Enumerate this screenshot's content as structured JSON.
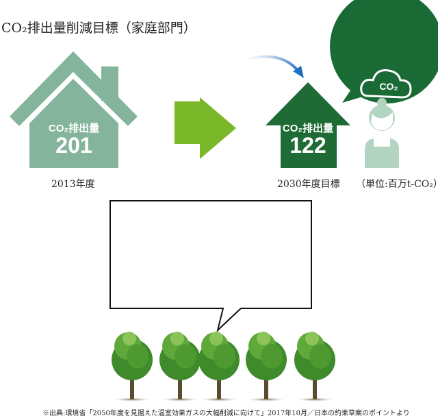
{
  "title": "CO₂排出量削減目標（家庭部門）",
  "before": {
    "label": "CO₂排出量",
    "value": "201",
    "year": "2013年度"
  },
  "after": {
    "label": "CO₂排出量",
    "value": "122",
    "year": "2030年度目標"
  },
  "unit": "（単位:百万t-CO₂）",
  "cloud_label": "CO₂",
  "source": "※出典:環境省「2050年度を見据えた温室効果ガスの大幅削減に向けて」2017年10月／日本の約束草案のポイントより",
  "colors": {
    "house_before": "#84b59c",
    "house_after": "#1e6b35",
    "arrow": "#7ab82a",
    "person": "#b4d4c2"
  }
}
